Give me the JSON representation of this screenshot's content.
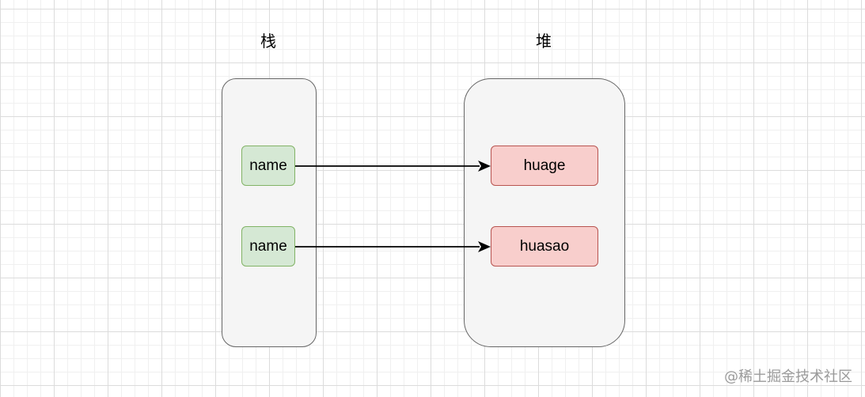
{
  "labels": {
    "stack": "栈",
    "heap": "堆"
  },
  "nodes": {
    "stack_var_1": "name",
    "stack_var_2": "name",
    "heap_val_1": "huage",
    "heap_val_2": "huasao"
  },
  "watermark": "@稀土掘金技术社区",
  "colors": {
    "container_fill": "#f5f5f5",
    "container_stroke": "#666666",
    "stack_node_fill": "#d5e8d4",
    "stack_node_stroke": "#82b366",
    "heap_node_fill": "#f8cecc",
    "heap_node_stroke": "#b85450",
    "arrow": "#000000"
  }
}
